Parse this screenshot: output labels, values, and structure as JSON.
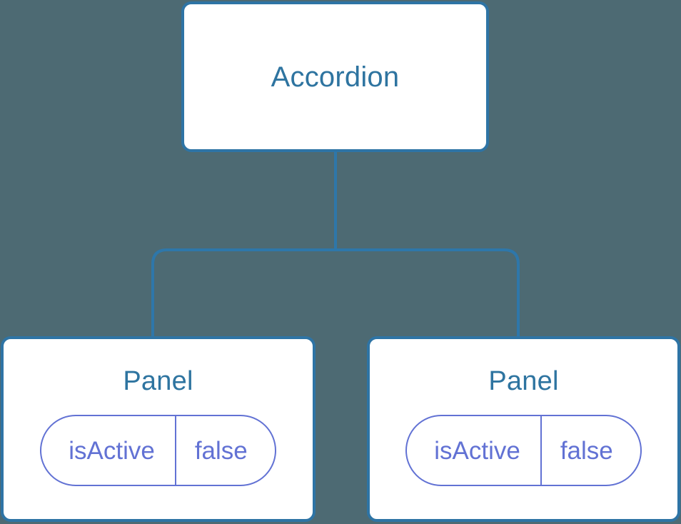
{
  "diagram": {
    "type": "component-tree",
    "background_color": "#4d6a73",
    "node_border_color": "#2e74a5",
    "node_fill_color": "#ffffff",
    "node_title_color": "#2e74a0",
    "prop_accent_color": "#6272d4",
    "connector_color": "#2e77aa",
    "root": {
      "title": "Accordion"
    },
    "children": [
      {
        "title": "Panel",
        "props": [
          {
            "key": "isActive",
            "value": "false"
          }
        ]
      },
      {
        "title": "Panel",
        "props": [
          {
            "key": "isActive",
            "value": "false"
          }
        ]
      }
    ]
  }
}
